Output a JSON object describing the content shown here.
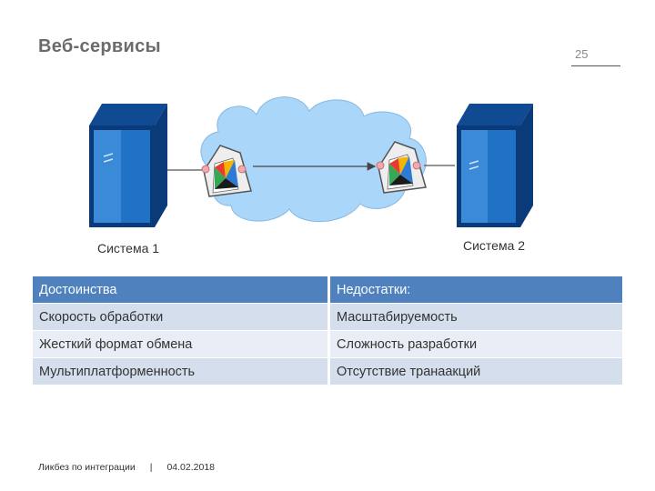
{
  "slide": {
    "title": "Веб-сервисы",
    "page_number": "25"
  },
  "diagram": {
    "system1_label": "Система 1",
    "system2_label": "Система 2"
  },
  "table": {
    "headers": [
      "Достоинства",
      "Недостатки:"
    ],
    "rows": [
      [
        "Скорость обработки",
        "Масштабируемость"
      ],
      [
        "Жесткий формат обмена",
        "Сложность разработки"
      ],
      [
        "Мультиплатформенность",
        "Отсутствие транаакций"
      ]
    ]
  },
  "footer": {
    "text": "Ликбез по интеграции",
    "separator": "|",
    "date": "04.02.2018"
  },
  "colors": {
    "server_front": "#1f72c6",
    "server_side": "#0b3a78",
    "cloud": "#a9d6f9",
    "table_header": "#4e81bd",
    "table_row": "#d4deec"
  }
}
